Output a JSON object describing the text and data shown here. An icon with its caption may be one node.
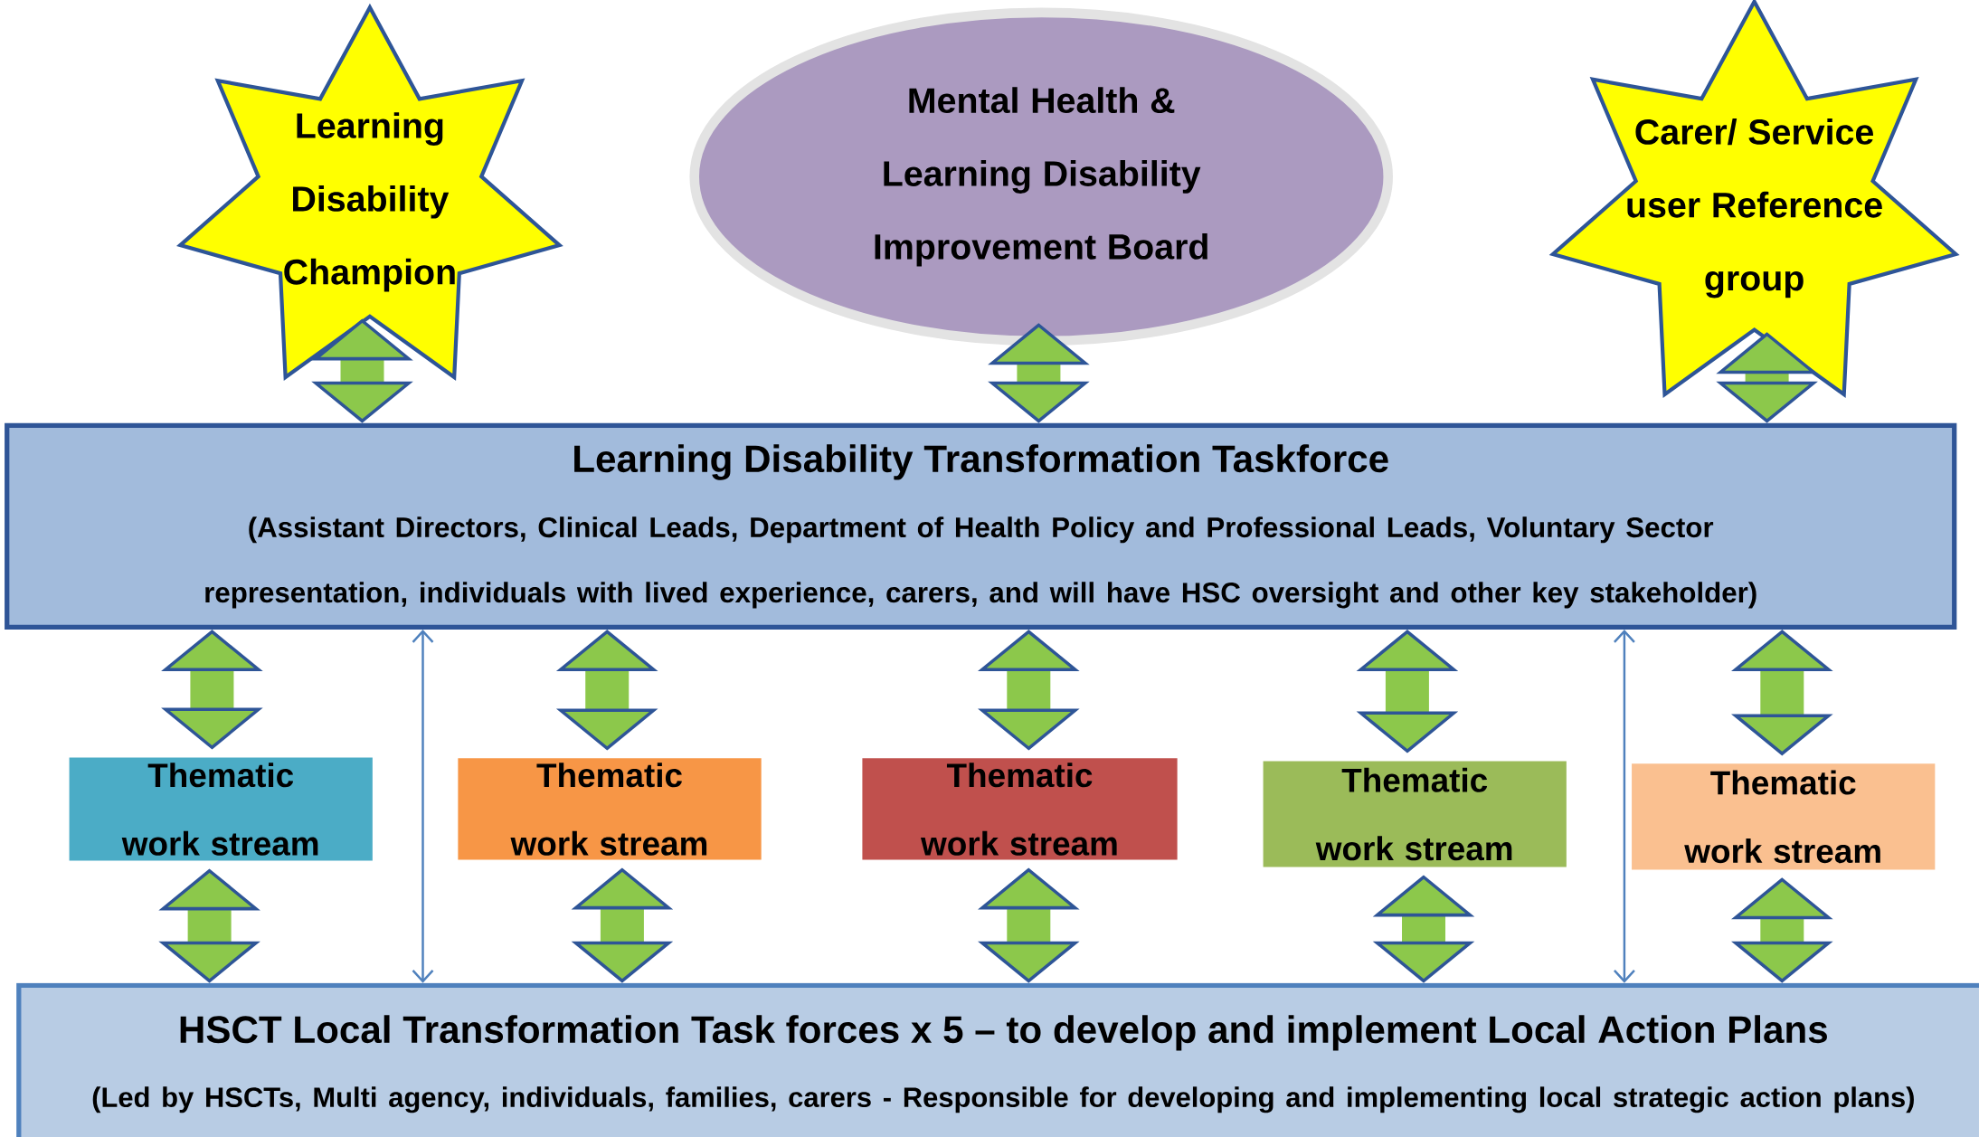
{
  "diagram": {
    "nodes": [
      {
        "text": [
          "Learning Disability Champion"
        ]
      },
      {
        "text": [
          "Mental Health & Learning Disability Improvement Board"
        ]
      },
      {
        "text": [
          "Carer/ Service user Reference group"
        ]
      },
      {
        "text": [
          "Learning Disability Transformation Taskforce",
          "(Assistant Directors, Clinical Leads, Department of Health Policy and Professional Leads, Voluntary Sector representation, individuals with lived experience, carers, and will have HSC oversight and other key stakeholder)"
        ]
      },
      {
        "text": [
          "Thematic work stream"
        ]
      },
      {
        "text": [
          "Thematic work stream"
        ]
      },
      {
        "text": [
          "Thematic work stream"
        ]
      },
      {
        "text": [
          "Thematic work stream"
        ]
      },
      {
        "text": [
          "Thematic work stream"
        ]
      },
      {
        "text": [
          "HSCT Local Transformation Task forces x 5 – to develop and implement Local Action Plans",
          "(Led by HSCTs, Multi agency, individuals, families, carers - Responsible for developing and implementing local strategic action plans)"
        ]
      }
    ],
    "edges": [
      {
        "from": 0,
        "to": 3,
        "arrow": "both"
      },
      {
        "from": 1,
        "to": 3,
        "arrow": "both"
      },
      {
        "from": 2,
        "to": 3,
        "arrow": "both"
      },
      {
        "from": 3,
        "to": 4,
        "arrow": "both"
      },
      {
        "from": 3,
        "to": 5,
        "arrow": "both"
      },
      {
        "from": 3,
        "to": 6,
        "arrow": "both"
      },
      {
        "from": 3,
        "to": 7,
        "arrow": "both"
      },
      {
        "from": 3,
        "to": 8,
        "arrow": "both"
      },
      {
        "from": 4,
        "to": 9,
        "arrow": "both"
      },
      {
        "from": 5,
        "to": 9,
        "arrow": "both"
      },
      {
        "from": 6,
        "to": 9,
        "arrow": "both"
      },
      {
        "from": 7,
        "to": 9,
        "arrow": "both"
      },
      {
        "from": 8,
        "to": 9,
        "arrow": "both"
      },
      {
        "from": 3,
        "to": 9,
        "arrow": "both",
        "color": "#4f81bd"
      },
      {
        "from": 3,
        "to": 9,
        "arrow": "both",
        "color": "#4f81bd"
      }
    ]
  }
}
